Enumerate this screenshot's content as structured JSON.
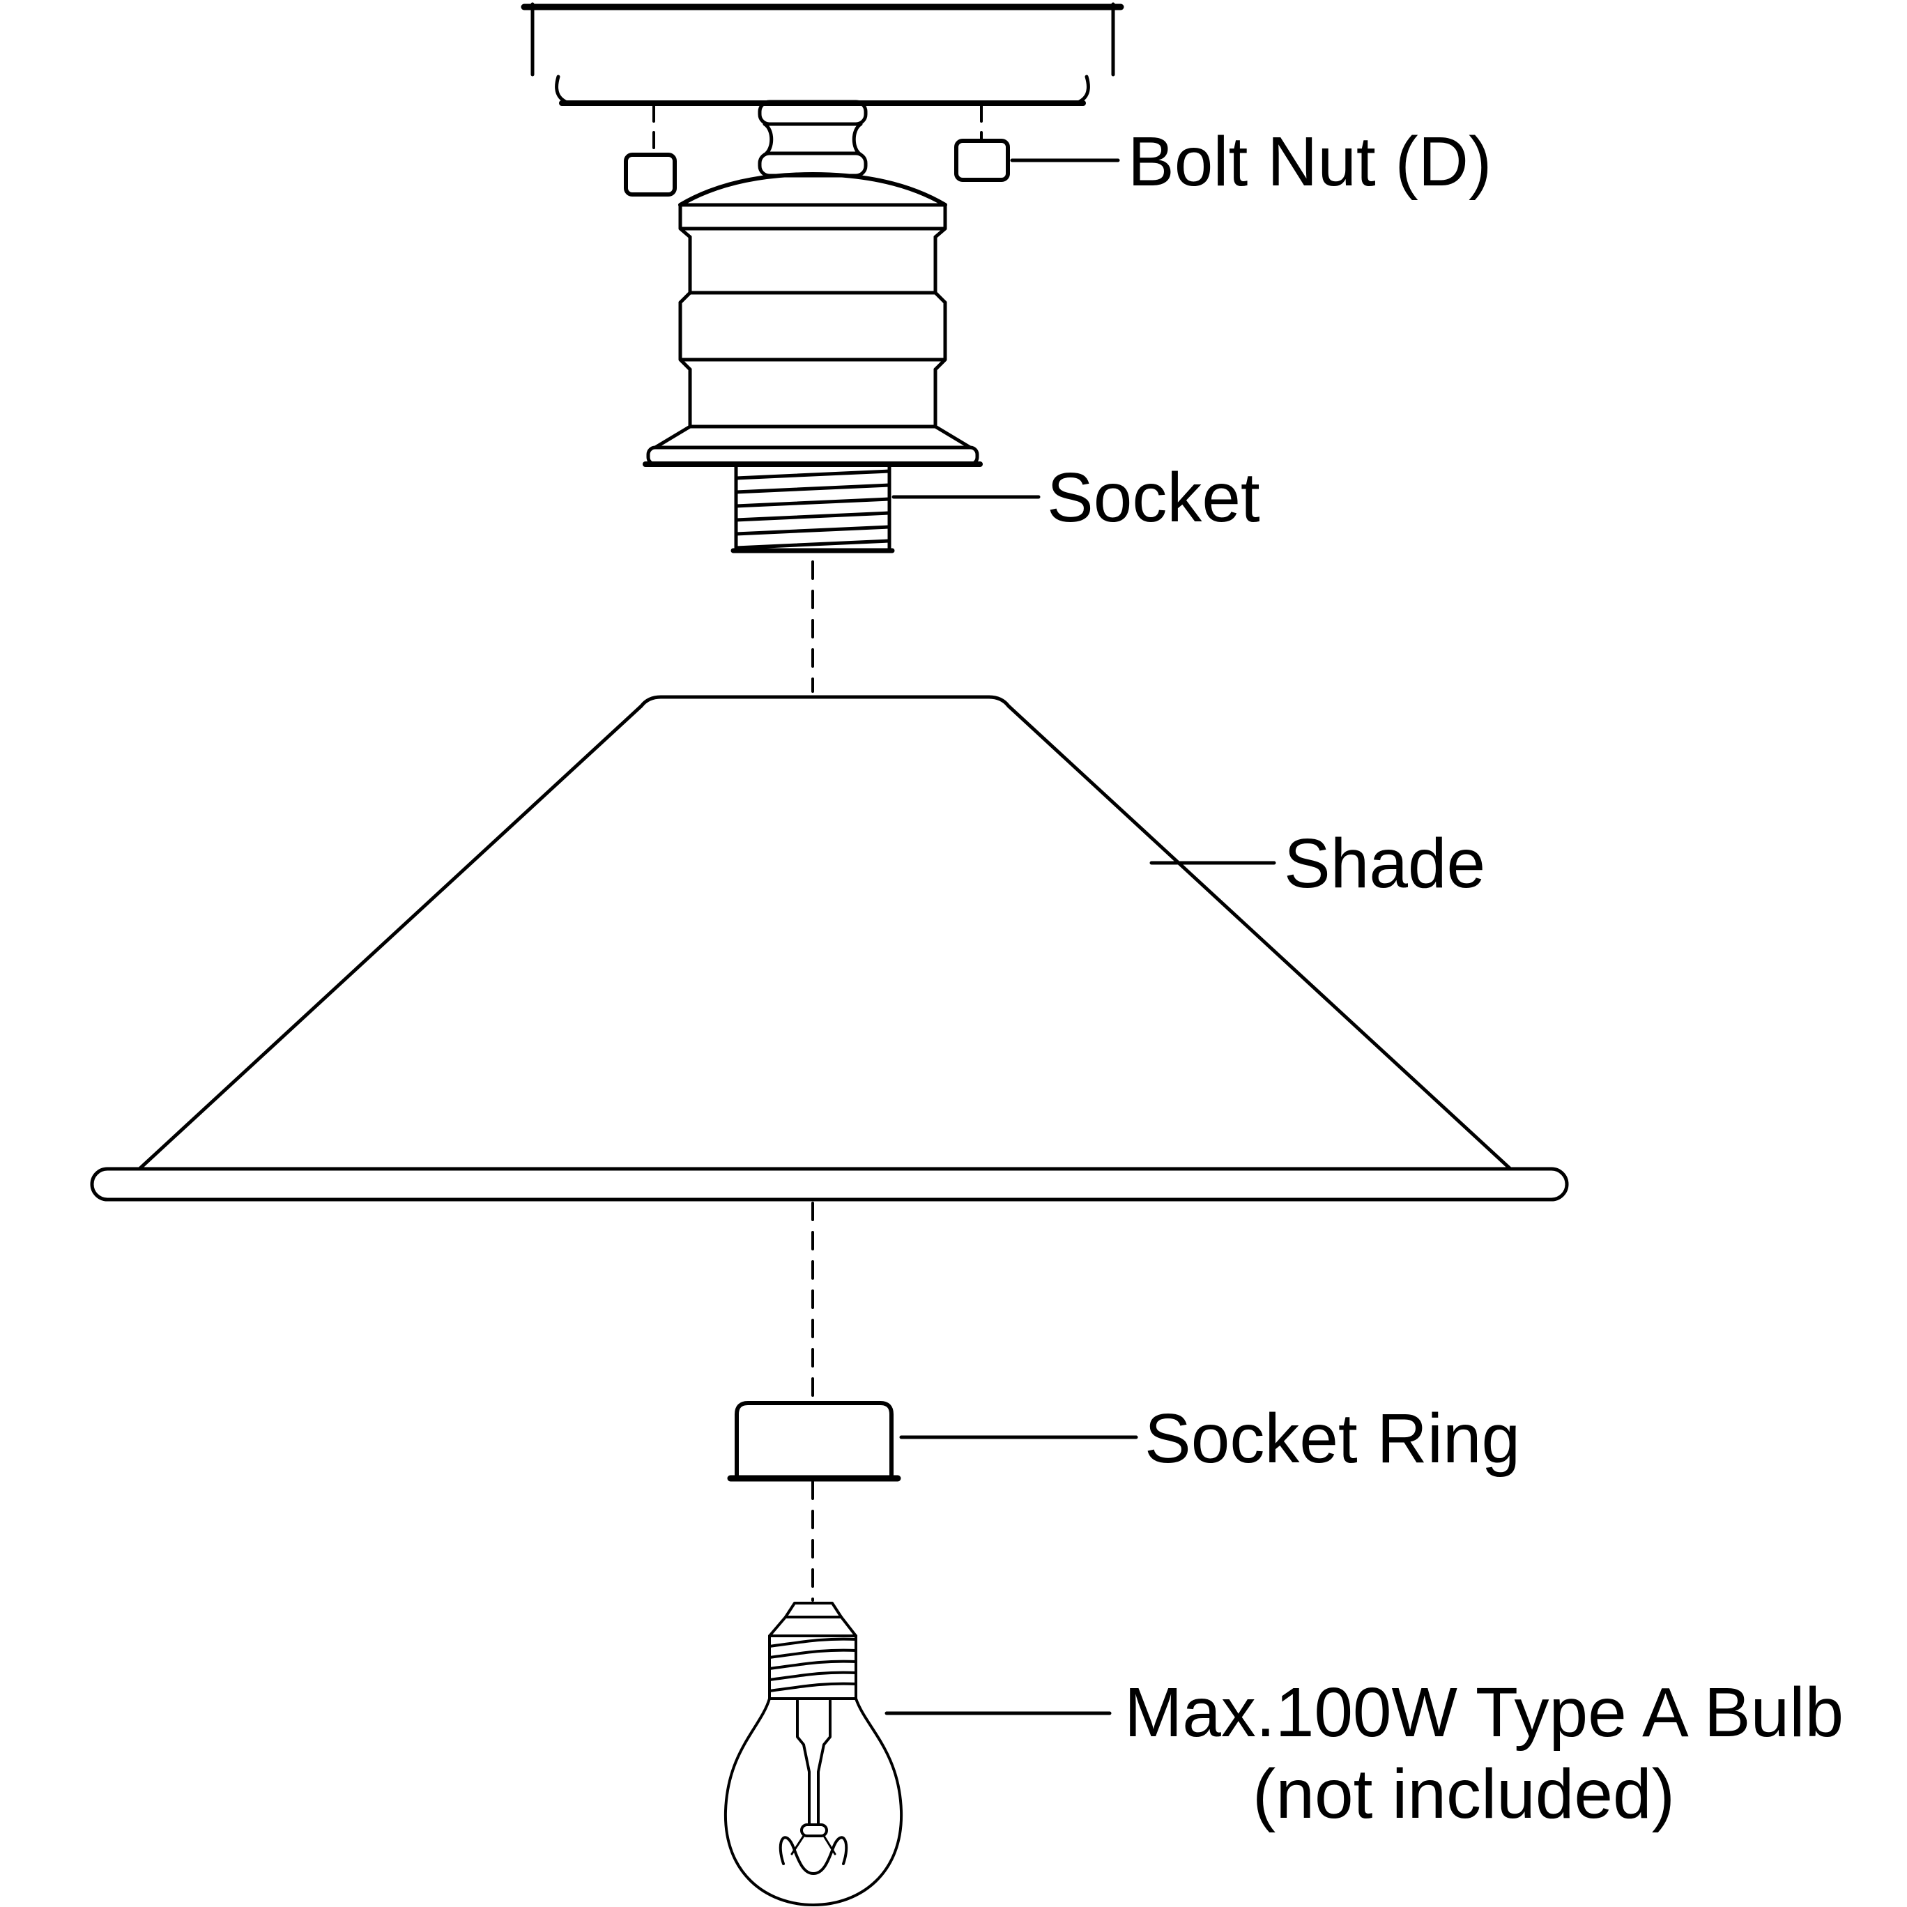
{
  "diagram": {
    "title": "Light fixture exploded parts diagram",
    "background_color": "#ffffff",
    "line_color": "#000000",
    "labels": {
      "bolt_nut": "Bolt Nut (D)",
      "socket": "Socket",
      "shade": "Shade",
      "socket_ring": "Socket Ring",
      "bulb_line1": "Max.100W Type A Bulb",
      "bulb_line2": "(not included)"
    }
  }
}
